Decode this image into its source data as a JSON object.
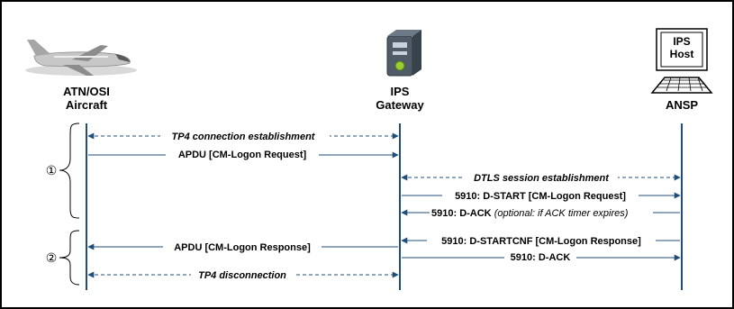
{
  "participants": {
    "aircraft": {
      "line1": "ATN/OSI",
      "line2": "Aircraft",
      "icon": "airplane-icon"
    },
    "gateway": {
      "line1": "IPS",
      "line2": "Gateway",
      "icon": "server-icon"
    },
    "ansp": {
      "label": "ANSP",
      "host_line1": "IPS",
      "host_line2": "Host",
      "icon": "computer-terminal-icon"
    }
  },
  "phases": {
    "phase1": "①",
    "phase2": "②"
  },
  "messages": {
    "tp4_connect": "TP4 connection establishment",
    "apdu_logon_request": "APDU [CM-Logon Request]",
    "dtls_session": "DTLS session establishment",
    "dstart": "5910: D-START [CM-Logon Request]",
    "dack_prefix": "5910: D-ACK ",
    "dack_note": "(optional: if ACK timer expires)",
    "apdu_logon_response": "APDU [CM-Logon Response]",
    "dstartcnf": "5910: D-STARTCNF [CM-Logon Response]",
    "dack2": "5910: D-ACK",
    "tp4_disconnect": "TP4 disconnection"
  },
  "colors": {
    "line": "#1f4e79",
    "border": "#000000"
  }
}
